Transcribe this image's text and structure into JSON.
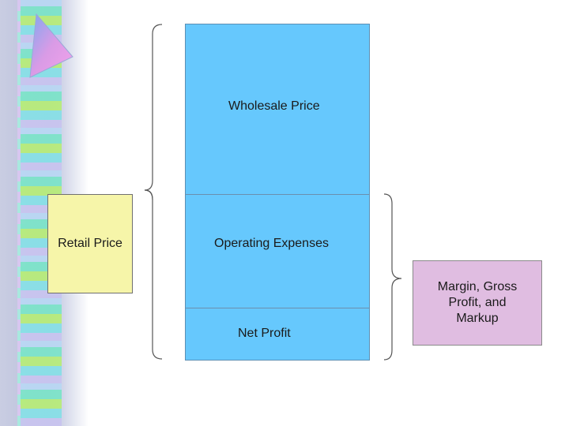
{
  "diagram": {
    "retail_price": "Retail Price",
    "wholesale_price": "Wholesale Price",
    "operating_expenses": "Operating Expenses",
    "net_profit": "Net Profit",
    "margin_label": "Margin, Gross Profit, and Markup"
  },
  "colors": {
    "cost_column": "#66c8fd",
    "retail_box": "#f6f5a9",
    "margin_box": "#e0bde1"
  }
}
